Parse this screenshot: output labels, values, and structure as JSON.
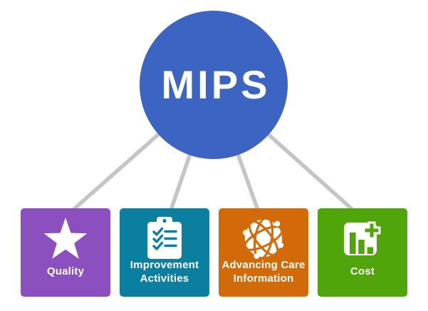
{
  "diagram": {
    "hub": {
      "label": "MIPS",
      "color": "#3C64C2",
      "text_color": "#FFFFFF"
    },
    "connector_color": "#C5C5C5",
    "label_color": "#FFFFFF",
    "nodes": [
      {
        "id": "quality",
        "icon": "star-icon",
        "label_line1": "Quality",
        "label_line2": "",
        "color": "#8B4FC0"
      },
      {
        "id": "improvement-activities",
        "icon": "clipboard-checklist-icon",
        "label_line1": "Improvement",
        "label_line2": "Activities",
        "color": "#0B7F9F"
      },
      {
        "id": "advancing-care-information",
        "icon": "globe-network-icon",
        "label_line1": "Advancing Care",
        "label_line2": "Information",
        "color": "#D26A0A"
      },
      {
        "id": "cost",
        "icon": "bar-chart-plus-icon",
        "label_line1": "Cost",
        "label_line2": "",
        "color": "#4FA50A"
      }
    ]
  }
}
